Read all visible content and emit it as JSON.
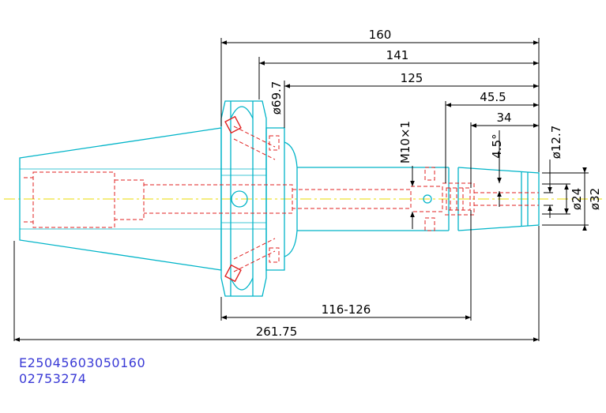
{
  "colors": {
    "body": "#00b4c8",
    "hidden": "#e02020",
    "dimension": "#000000",
    "centerline": "#e8d800",
    "code": "#3a3ad6"
  },
  "dimensions": {
    "d160": "160",
    "d141": "141",
    "d125": "125",
    "d45_5": "45.5",
    "d34": "34",
    "angle": "4.5°",
    "thread": "M10×1",
    "phi69_7": "ø69.7",
    "phi12_7": "ø12.7",
    "phi24": "ø24",
    "phi32": "ø32",
    "d116_126": "116-126",
    "d261_75": "261.75"
  },
  "part": {
    "code1": "E25045603050160",
    "code2": "02753274"
  }
}
